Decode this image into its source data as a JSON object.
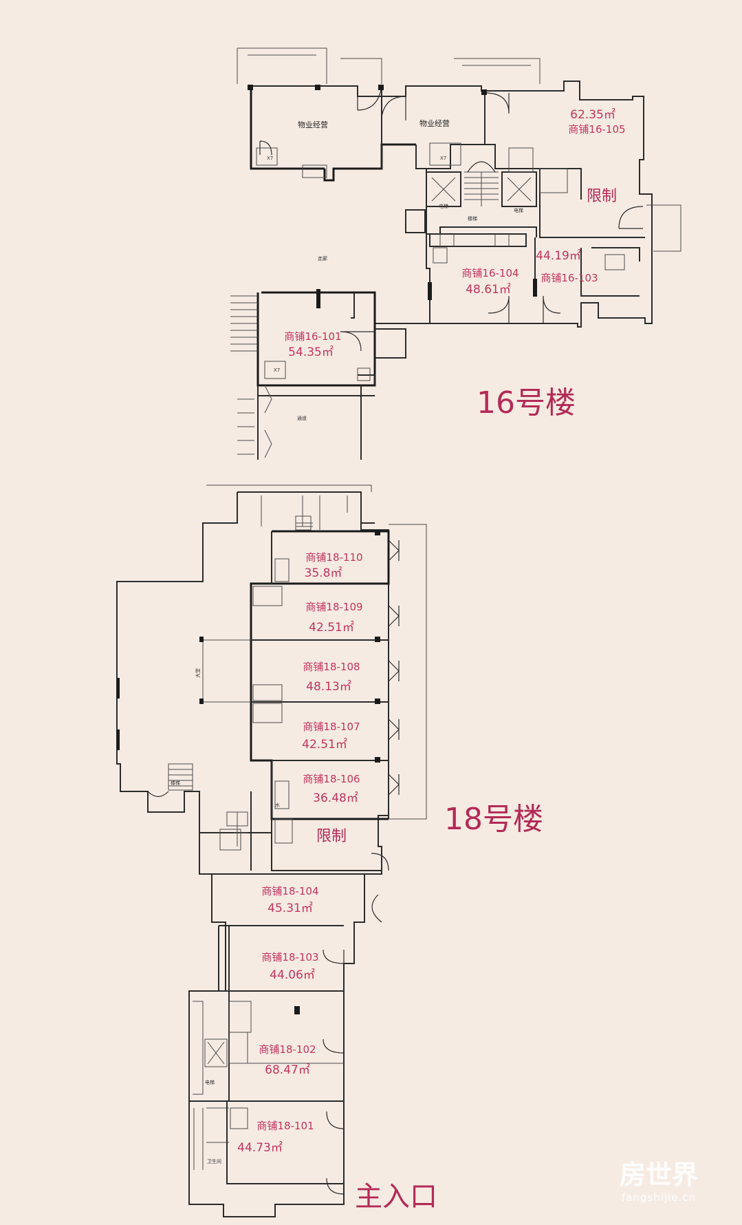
{
  "building_16": {
    "title": "16号楼",
    "restricted": "限制",
    "rooms": {
      "property_a": "物业经营",
      "property_b": "物业经营"
    },
    "shops": [
      {
        "id": "16-101",
        "label": "商铺16-101",
        "area": "54.35㎡"
      },
      {
        "id": "16-103",
        "label": "商铺16-103",
        "area": "44.19㎡"
      },
      {
        "id": "16-104",
        "label": "商铺16-104",
        "area": "48.61㎡"
      },
      {
        "id": "16-105",
        "label": "商铺16-105",
        "area": "62.35㎡"
      }
    ]
  },
  "building_18": {
    "title": "18号楼",
    "restricted": "限制",
    "shops": [
      {
        "id": "18-110",
        "label": "商铺18-110",
        "area": "35.8㎡"
      },
      {
        "id": "18-109",
        "label": "商铺18-109",
        "area": "42.51㎡"
      },
      {
        "id": "18-108",
        "label": "商铺18-108",
        "area": "48.13㎡"
      },
      {
        "id": "18-107",
        "label": "商铺18-107",
        "area": "42.51㎡"
      },
      {
        "id": "18-106",
        "label": "商铺18-106",
        "area": "36.48㎡"
      },
      {
        "id": "18-104",
        "label": "商铺18-104",
        "area": "45.31㎡"
      },
      {
        "id": "18-103",
        "label": "商铺18-103",
        "area": "44.06㎡"
      },
      {
        "id": "18-102",
        "label": "商铺18-102",
        "area": "68.47㎡"
      },
      {
        "id": "18-101",
        "label": "商铺18-101",
        "area": "44.73㎡"
      }
    ]
  },
  "main_entrance": "主入口",
  "watermark": {
    "brand": "房世界",
    "domain": "fangshijie.cn"
  }
}
